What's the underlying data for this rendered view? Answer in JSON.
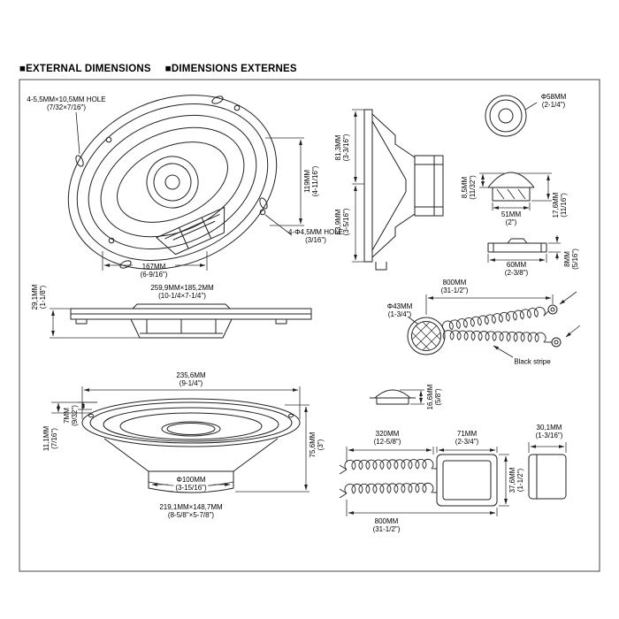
{
  "header": {
    "en": "■EXTERNAL DIMENSIONS",
    "fr": "■DIMENSIONS EXTERNES"
  },
  "dims": {
    "oval_hole": {
      "mm": "4-5,5MM×10,5MM HOLE",
      "in": "(7/32×7/16\")"
    },
    "h119": {
      "mm": "119MM",
      "in": "(4-11/16\")"
    },
    "w167": {
      "mm": "167MM",
      "in": "(6-9/16\")"
    },
    "hole4": {
      "mm": "4-Φ4,5MM HOLE",
      "in": "(3/16\")"
    },
    "h81": {
      "mm": "81,3MM",
      "in": "(3-3/16\")"
    },
    "h83": {
      "mm": "83,9MM",
      "in": "(3-5/16\")"
    },
    "d58": {
      "mm": "Φ58MM",
      "in": "(2-1/4\")"
    },
    "h85": {
      "mm": "8,5MM",
      "in": "(11/32\")"
    },
    "w51": {
      "mm": "51MM",
      "in": "(2\")"
    },
    "h176": {
      "mm": "17,6MM",
      "in": "(11/16\")"
    },
    "w60": {
      "mm": "60MM",
      "in": "(2-3/8\")"
    },
    "h8": {
      "mm": "8MM",
      "in": "(5/16\")"
    },
    "h291": {
      "mm": "29,1MM",
      "in": "(1-1/8\")"
    },
    "oval_size": {
      "mm": "259,9MM×185,2MM",
      "in": "(10-1/4×7-1/4\")"
    },
    "w800a": {
      "mm": "800MM",
      "in": "(31-1/2\")"
    },
    "d43": {
      "mm": "Φ43MM",
      "in": "(1-3/4\")"
    },
    "black_stripe": "Black stripe",
    "h166": {
      "mm": "16,6MM",
      "in": "(5/8\")"
    },
    "w2356": {
      "mm": "235,6MM",
      "in": "(9-1/4\")"
    },
    "h7": {
      "mm": "7MM",
      "in": "(9/32\")"
    },
    "h111": {
      "mm": "11,1MM",
      "in": "(7/16\")"
    },
    "h756": {
      "mm": "75,6MM",
      "in": "(3\")"
    },
    "d100": {
      "mm": "Φ100MM",
      "in": "(3-15/16\")"
    },
    "mid_size": {
      "mm": "219,1MM×148,7MM",
      "in": "(8-5/8\"×5-7/8\")"
    },
    "w320": {
      "mm": "320MM",
      "in": "(12-5/8\")"
    },
    "w71": {
      "mm": "71MM",
      "in": "(2-3/4\")"
    },
    "w301": {
      "mm": "30,1MM",
      "in": "(1-3/16\")"
    },
    "h376": {
      "mm": "37,6MM",
      "in": "(1-1/2\")"
    },
    "w800b": {
      "mm": "800MM",
      "in": "(31-1/2\")"
    }
  }
}
